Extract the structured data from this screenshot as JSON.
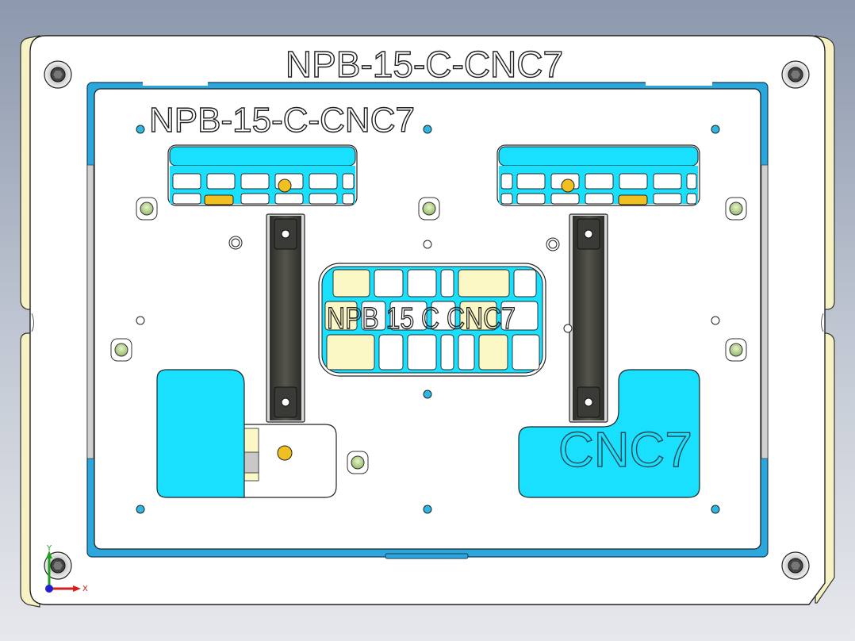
{
  "engravings": {
    "top_plate_text": "NPB-15-C-CNC7",
    "inner_plate_text": "NPB-15-C-CNC7",
    "right_pad_text": "CNC7",
    "center_window_text": "NPB 15 C CNC7"
  },
  "triad": {
    "x_label": "X",
    "y_label": "Y"
  },
  "colors": {
    "plate_face": "#ffffff",
    "side_rail": "#f6f2c4",
    "blue_frame": "#2aa7dc",
    "cyan_block": "#1ae0ff",
    "dark_bar": "#4a4a44",
    "brass": "#f0c020",
    "pin_green": "#b8d890",
    "yellow_fill": "#fbf8c6"
  },
  "icons": [
    "screw-icon",
    "locating-pin-icon",
    "hole-icon",
    "clamp-bar-icon",
    "axis-triad-icon"
  ]
}
